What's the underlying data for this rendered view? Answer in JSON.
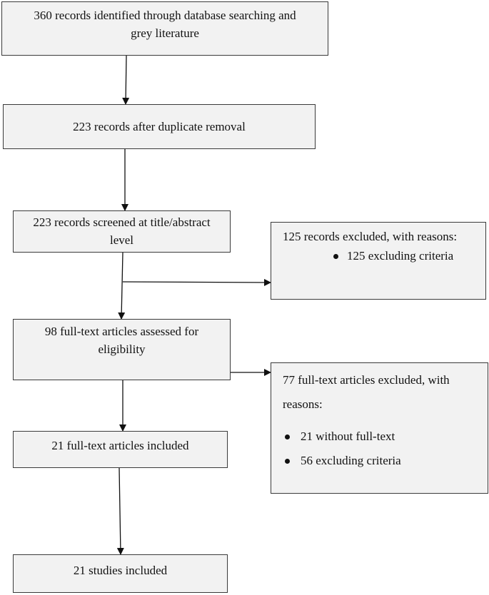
{
  "flow": {
    "identified": {
      "line1": "360 records identified through database searching and",
      "line2": "grey literature"
    },
    "after_duplicates": "223 records after duplicate removal",
    "screened": {
      "line1": "223 records screened at title/abstract",
      "line2": "level"
    },
    "excluded_screening": {
      "heading": "125 records excluded, with reasons:",
      "reasons": [
        "125 excluding criteria"
      ]
    },
    "fulltext_assessed": {
      "line1": "98 full-text articles assessed for",
      "line2": "eligibility"
    },
    "excluded_fulltext": {
      "heading_line1": "77 full-text articles excluded, with",
      "heading_line2": "reasons:",
      "reasons": [
        "21 without full-text",
        "56 excluding criteria"
      ]
    },
    "fulltext_included": "21 full-text articles included",
    "studies_included": "21 studies included"
  },
  "colors": {
    "box_fill": "#f2f2f2",
    "box_border": "#3a3a3a",
    "arrow": "#111111"
  }
}
